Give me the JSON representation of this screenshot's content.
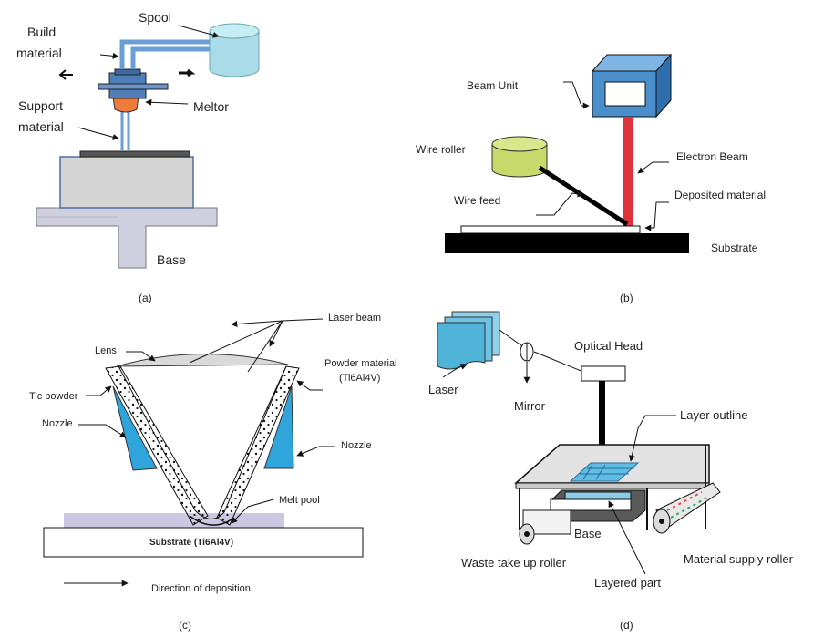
{
  "panels": {
    "a": {
      "caption": "(a)",
      "labels": {
        "build_material_1": "Build",
        "build_material_2": "material",
        "spool": "Spool",
        "support_material_1": "Support",
        "support_material_2": "material",
        "meltor": "Meltor",
        "base": "Base"
      }
    },
    "b": {
      "caption": "(b)",
      "labels": {
        "beam_unit": "Beam Unit",
        "wire_roller": "Wire roller",
        "electron_beam": "Electron Beam",
        "wire_feed": "Wire feed",
        "deposited_material": "Deposited material",
        "substrate": "Substrate"
      }
    },
    "c": {
      "caption": "(c)",
      "labels": {
        "laser_beam": "Laser beam",
        "lens": "Lens",
        "powder_material_1": "Powder material",
        "powder_material_2": "(Ti6Al4V)",
        "tic_powder": "Tic powder",
        "nozzle_left": "Nozzle",
        "nozzle_right": "Nozzle",
        "melt_pool": "Melt pool",
        "substrate": "Substrate (Ti6Al4V)",
        "direction": "Direction of deposition"
      }
    },
    "d": {
      "caption": "(d)",
      "labels": {
        "laser": "Laser",
        "mirror": "Mirror",
        "optical_head": "Optical Head",
        "layer_outline": "Layer outline",
        "base": "Base",
        "waste_roller": "Waste take up roller",
        "supply_roller": "Material supply roller",
        "layered_part": "Layered part"
      }
    }
  },
  "colors": {
    "spool": "#a9dbe9",
    "meltor_body": "#4f7fb8",
    "meltor_nozzle": "#f07a3a",
    "table": "#d4d4d4",
    "base_post": "#cfcfe0",
    "beam_unit": "#4a8ecc",
    "wire_roller": "#c7d96a",
    "electron_beam": "#e0323a",
    "laser_sheet": "#4fb4d8",
    "nozzle_blue": "#2fa5dc",
    "substrate_strip": "#cdc8e2"
  }
}
